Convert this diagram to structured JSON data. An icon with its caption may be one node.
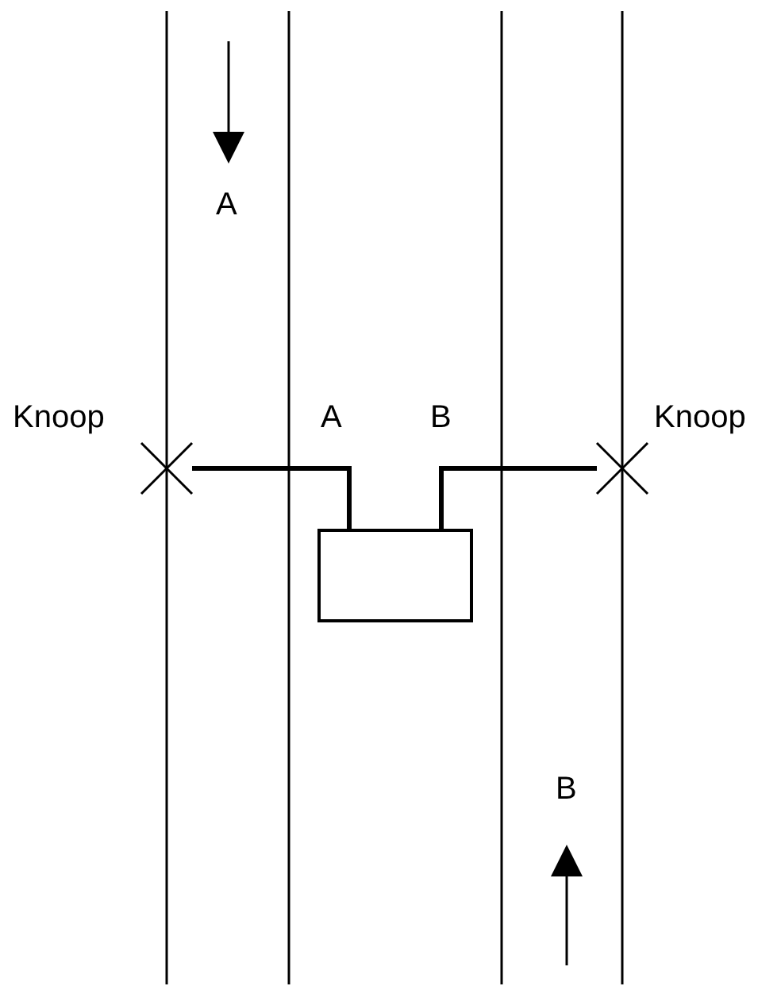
{
  "diagram": {
    "nodes": [
      {
        "text": [],
        "shape": "cross",
        "beside": [
          "Knoop"
        ]
      },
      {
        "text": [],
        "shape": "box"
      },
      {
        "text": [],
        "shape": "cross",
        "beside": [
          "Knoop"
        ]
      }
    ],
    "edges": [
      {
        "from": 1,
        "to": 0,
        "arrow": "none",
        "label": "A"
      },
      {
        "from": 1,
        "to": 2,
        "arrow": "none",
        "label": "B"
      }
    ],
    "labels": [
      "A",
      "B"
    ]
  }
}
